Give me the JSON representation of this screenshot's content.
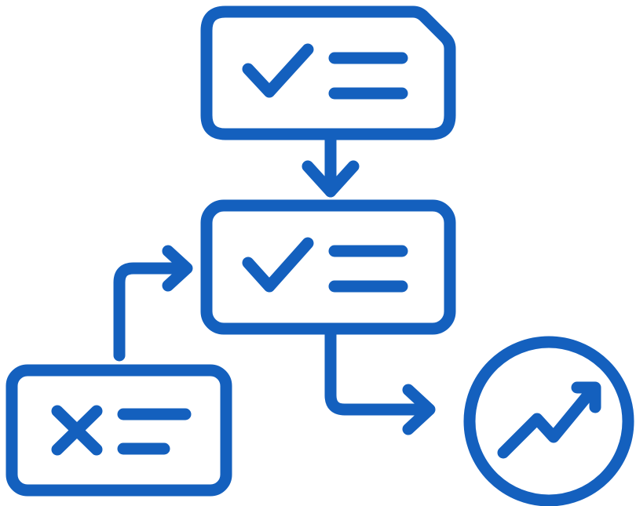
{
  "colors": {
    "primary": "#1460BE",
    "background": "#FFFFFF"
  },
  "nodes": [
    {
      "id": "top-box",
      "shape": "document-box",
      "icon": "check-icon"
    },
    {
      "id": "middle-box",
      "shape": "rounded-box",
      "icon": "check-icon"
    },
    {
      "id": "bottom-left-box",
      "shape": "rounded-box",
      "icon": "x-icon"
    },
    {
      "id": "result-circle",
      "shape": "circle",
      "icon": "trend-up-icon"
    }
  ],
  "connectors": [
    {
      "from": "top-box",
      "to": "middle-box",
      "icon": "arrow-down-icon"
    },
    {
      "from": "bottom-left-box",
      "to": "middle-box",
      "icon": "arrow-right-icon"
    },
    {
      "from": "middle-box",
      "to": "result-circle",
      "icon": "arrow-right-icon"
    }
  ]
}
